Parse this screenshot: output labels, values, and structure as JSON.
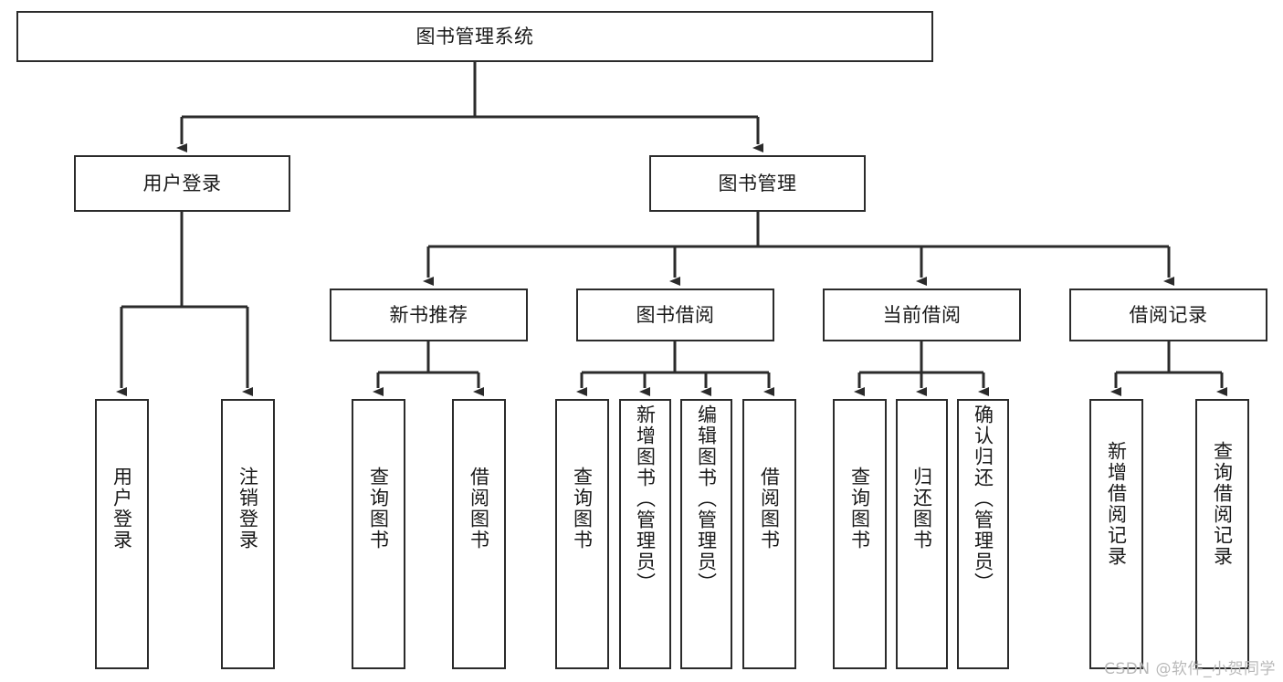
{
  "diagram": {
    "title": "图书管理系统",
    "type": "tree",
    "colors": {
      "box_border": "#2b2b2b",
      "box_fill": "#ffffff",
      "connector": "#2b2b2b",
      "text": "#1a1a1a",
      "watermark": "#b9b9b9",
      "background": "#ffffff"
    }
  },
  "watermark": {
    "text": "CSDN @软件_小贺同学"
  },
  "root": {
    "label": "图书管理系统"
  },
  "level2": [
    {
      "label": "用户登录"
    },
    {
      "label": "图书管理"
    }
  ],
  "level3": [
    {
      "label": "新书推荐"
    },
    {
      "label": "图书借阅"
    },
    {
      "label": "当前借阅"
    },
    {
      "label": "借阅记录"
    }
  ],
  "leaves": {
    "user_login": [
      {
        "label": "用户登录"
      },
      {
        "label": "注销登录"
      }
    ],
    "new_book_recommend": [
      {
        "label": "查询图书"
      },
      {
        "label": "借阅图书"
      }
    ],
    "book_borrow": [
      {
        "label": "查询图书"
      },
      {
        "label": "新增图书（管理员）"
      },
      {
        "label": "编辑图书（管理员）"
      },
      {
        "label": "借阅图书"
      }
    ],
    "current_borrow": [
      {
        "label": "查询图书"
      },
      {
        "label": "归还图书"
      },
      {
        "label": "确认归还（管理员）"
      }
    ],
    "borrow_record": [
      {
        "label": "新增借阅记录"
      },
      {
        "label": "查询借阅记录"
      }
    ]
  },
  "chart_data": {
    "type": "tree",
    "title": "图书管理系统",
    "nodes": [
      {
        "id": "root",
        "label": "图书管理系统",
        "level": 0,
        "parent": null
      },
      {
        "id": "user_login",
        "label": "用户登录",
        "level": 1,
        "parent": "root"
      },
      {
        "id": "book_mgmt",
        "label": "图书管理",
        "level": 1,
        "parent": "root"
      },
      {
        "id": "new_book_recommend",
        "label": "新书推荐",
        "level": 2,
        "parent": "book_mgmt"
      },
      {
        "id": "book_borrow",
        "label": "图书借阅",
        "level": 2,
        "parent": "book_mgmt"
      },
      {
        "id": "current_borrow",
        "label": "当前借阅",
        "level": 2,
        "parent": "book_mgmt"
      },
      {
        "id": "borrow_record",
        "label": "借阅记录",
        "level": 2,
        "parent": "book_mgmt"
      },
      {
        "id": "l_user_login",
        "label": "用户登录",
        "level": 2,
        "parent": "user_login"
      },
      {
        "id": "l_logout",
        "label": "注销登录",
        "level": 2,
        "parent": "user_login"
      },
      {
        "id": "l_nbr_query",
        "label": "查询图书",
        "level": 3,
        "parent": "new_book_recommend"
      },
      {
        "id": "l_nbr_borrow",
        "label": "借阅图书",
        "level": 3,
        "parent": "new_book_recommend"
      },
      {
        "id": "l_bb_query",
        "label": "查询图书",
        "level": 3,
        "parent": "book_borrow"
      },
      {
        "id": "l_bb_add",
        "label": "新增图书（管理员）",
        "level": 3,
        "parent": "book_borrow"
      },
      {
        "id": "l_bb_edit",
        "label": "编辑图书（管理员）",
        "level": 3,
        "parent": "book_borrow"
      },
      {
        "id": "l_bb_borrow",
        "label": "借阅图书",
        "level": 3,
        "parent": "book_borrow"
      },
      {
        "id": "l_cb_query",
        "label": "查询图书",
        "level": 3,
        "parent": "current_borrow"
      },
      {
        "id": "l_cb_return",
        "label": "归还图书",
        "level": 3,
        "parent": "current_borrow"
      },
      {
        "id": "l_cb_confirm",
        "label": "确认归还（管理员）",
        "level": 3,
        "parent": "current_borrow"
      },
      {
        "id": "l_br_add",
        "label": "新增借阅记录",
        "level": 3,
        "parent": "borrow_record"
      },
      {
        "id": "l_br_query",
        "label": "查询借阅记录",
        "level": 3,
        "parent": "borrow_record"
      }
    ],
    "edges": [
      {
        "from": "root",
        "to": "user_login"
      },
      {
        "from": "root",
        "to": "book_mgmt"
      },
      {
        "from": "user_login",
        "to": "l_user_login"
      },
      {
        "from": "user_login",
        "to": "l_logout"
      },
      {
        "from": "book_mgmt",
        "to": "new_book_recommend"
      },
      {
        "from": "book_mgmt",
        "to": "book_borrow"
      },
      {
        "from": "book_mgmt",
        "to": "current_borrow"
      },
      {
        "from": "book_mgmt",
        "to": "borrow_record"
      },
      {
        "from": "new_book_recommend",
        "to": "l_nbr_query"
      },
      {
        "from": "new_book_recommend",
        "to": "l_nbr_borrow"
      },
      {
        "from": "book_borrow",
        "to": "l_bb_query"
      },
      {
        "from": "book_borrow",
        "to": "l_bb_add"
      },
      {
        "from": "book_borrow",
        "to": "l_bb_edit"
      },
      {
        "from": "book_borrow",
        "to": "l_bb_borrow"
      },
      {
        "from": "current_borrow",
        "to": "l_cb_query"
      },
      {
        "from": "current_borrow",
        "to": "l_cb_return"
      },
      {
        "from": "current_borrow",
        "to": "l_cb_confirm"
      },
      {
        "from": "borrow_record",
        "to": "l_br_add"
      },
      {
        "from": "borrow_record",
        "to": "l_br_query"
      }
    ],
    "depth": 4,
    "orientation": "top-down",
    "edge_style": "orthogonal-with-arrowheads"
  }
}
